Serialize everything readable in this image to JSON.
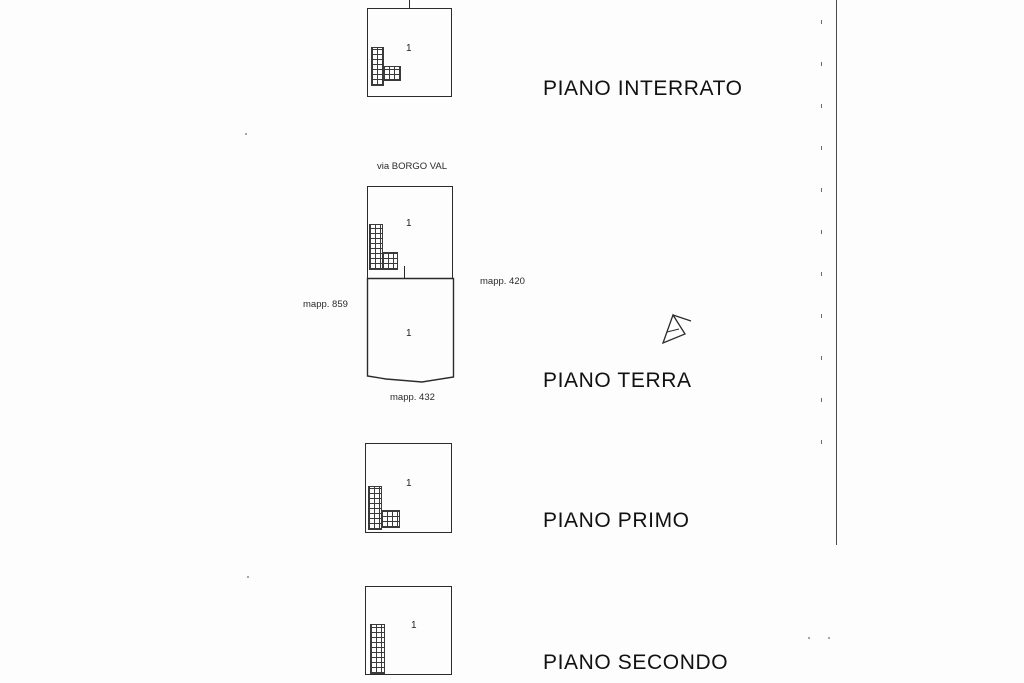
{
  "document": {
    "floors": [
      {
        "key": "interrato",
        "title": "PIANO INTERRATO",
        "unit": "1"
      },
      {
        "key": "terra",
        "title": "PIANO TERRA",
        "unit_upper": "1",
        "unit_lower": "1"
      },
      {
        "key": "primo",
        "title": "PIANO PRIMO",
        "unit": "1"
      },
      {
        "key": "secondo",
        "title": "PIANO SECONDO",
        "unit": "1"
      }
    ],
    "labels": {
      "street": "via BORGO  VAL",
      "mapp_left": "mapp. 859",
      "mapp_right": "mapp. 420",
      "mapp_bottom": "mapp. 432"
    },
    "colors": {
      "line": "#2b2b2b",
      "text": "#111111",
      "background": "#fdfdfd"
    }
  }
}
